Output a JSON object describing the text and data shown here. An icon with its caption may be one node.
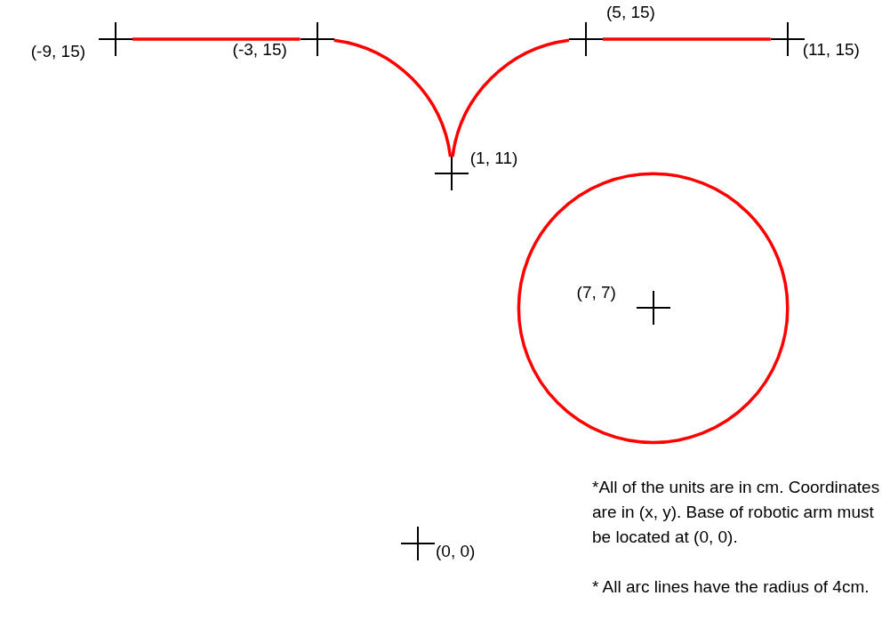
{
  "diagram": {
    "nodes": [
      {
        "text": [],
        "shape": "cross",
        "beside": [
          "(-9, 15)"
        ]
      },
      {
        "text": [],
        "shape": "cross",
        "beside": [
          "(-3, 15)"
        ]
      },
      {
        "text": [],
        "shape": "cross",
        "beside": [
          "(5, 15)"
        ]
      },
      {
        "text": [],
        "shape": "cross",
        "beside": [
          "(11, 15)"
        ]
      },
      {
        "text": [],
        "shape": "cross",
        "beside": [
          "(1, 11)"
        ]
      },
      {
        "text": [],
        "shape": "cross",
        "beside": [
          "(7, 7)"
        ]
      },
      {
        "text": [],
        "shape": "cross",
        "beside": [
          "(0, 0)"
        ]
      }
    ],
    "edges": [
      {
        "from": 0,
        "to": 1,
        "arrow": "none"
      },
      {
        "from": 1,
        "to": 4,
        "arrow": "none"
      },
      {
        "from": 4,
        "to": 2,
        "arrow": "none"
      },
      {
        "from": 2,
        "to": 3,
        "arrow": "none"
      }
    ],
    "labels": [
      "*All of the units are in cm. Coordinates are in (x, y). Base of robotic arm must be located at (0, 0).",
      "* All arc lines have the radius of 4cm."
    ]
  }
}
